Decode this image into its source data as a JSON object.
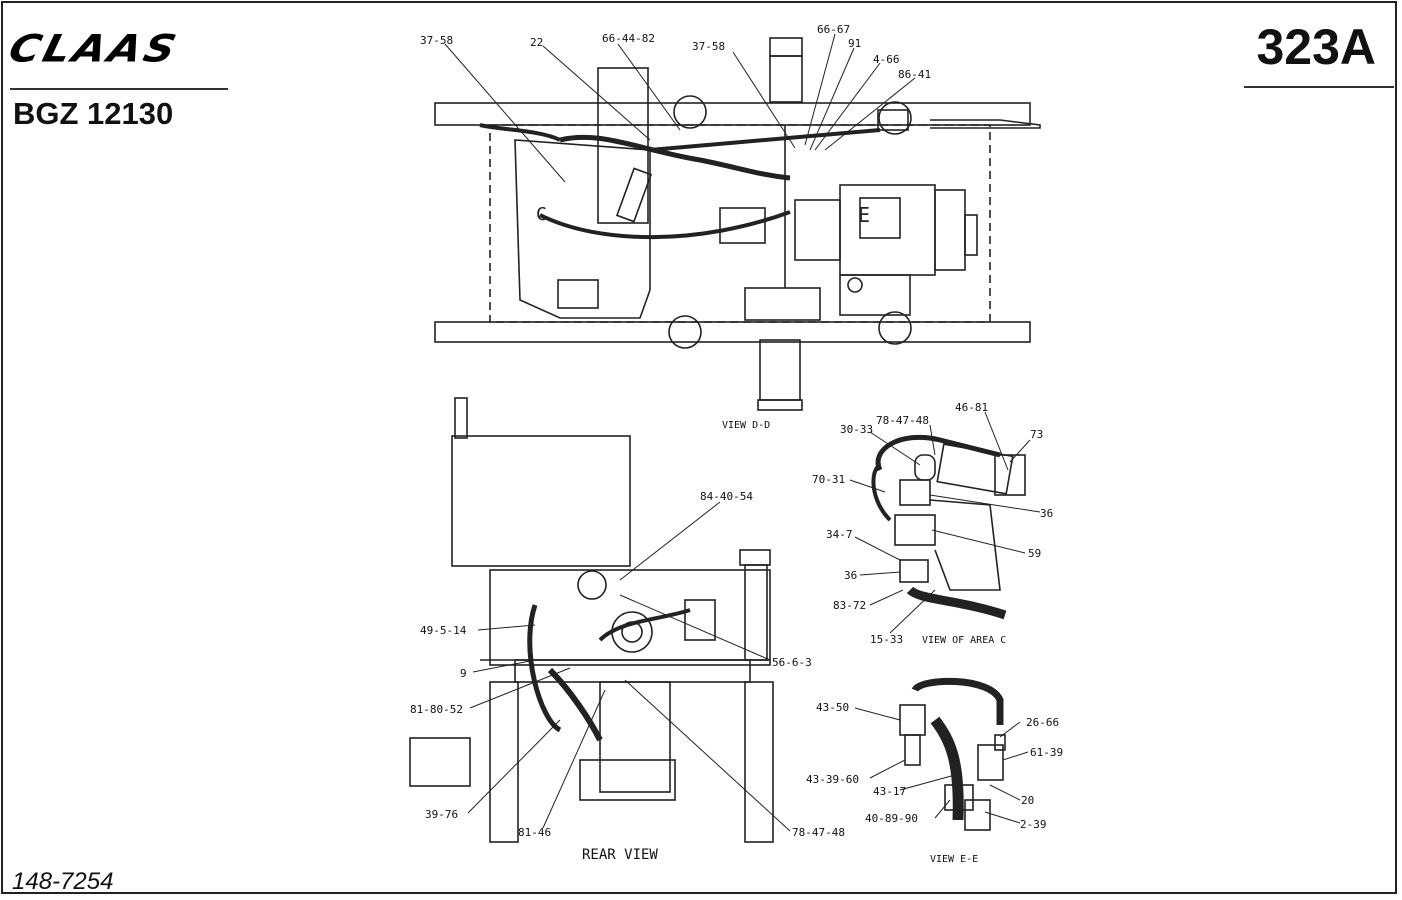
{
  "header": {
    "brand": "CLAAS",
    "model": "BGZ 12130",
    "page_number": "323A"
  },
  "footer": {
    "document_number": "148-7254"
  },
  "views": {
    "top": {
      "title": "VIEW D-D",
      "callouts": [
        "37-58",
        "22",
        "66-44-82",
        "37-58",
        "66-67",
        "91",
        "4-66",
        "86-41"
      ]
    },
    "rear": {
      "title": "REAR VIEW",
      "callouts": [
        "84-40-54",
        "49-5-14",
        "9",
        "81-80-52",
        "39-76",
        "81-46",
        "56-6-3",
        "78-47-48"
      ]
    },
    "area_c": {
      "title": "VIEW OF AREA C",
      "callouts": [
        "30-33",
        "78-47-48",
        "46-81",
        "73",
        "70-31",
        "36",
        "34-7",
        "59",
        "36",
        "83-72",
        "15-33"
      ]
    },
    "ec": {
      "title": "VIEW E-E",
      "callouts": [
        "43-50",
        "26-66",
        "61-39",
        "43-39-60",
        "43-17",
        "20",
        "40-89-90",
        "2-39"
      ]
    }
  }
}
